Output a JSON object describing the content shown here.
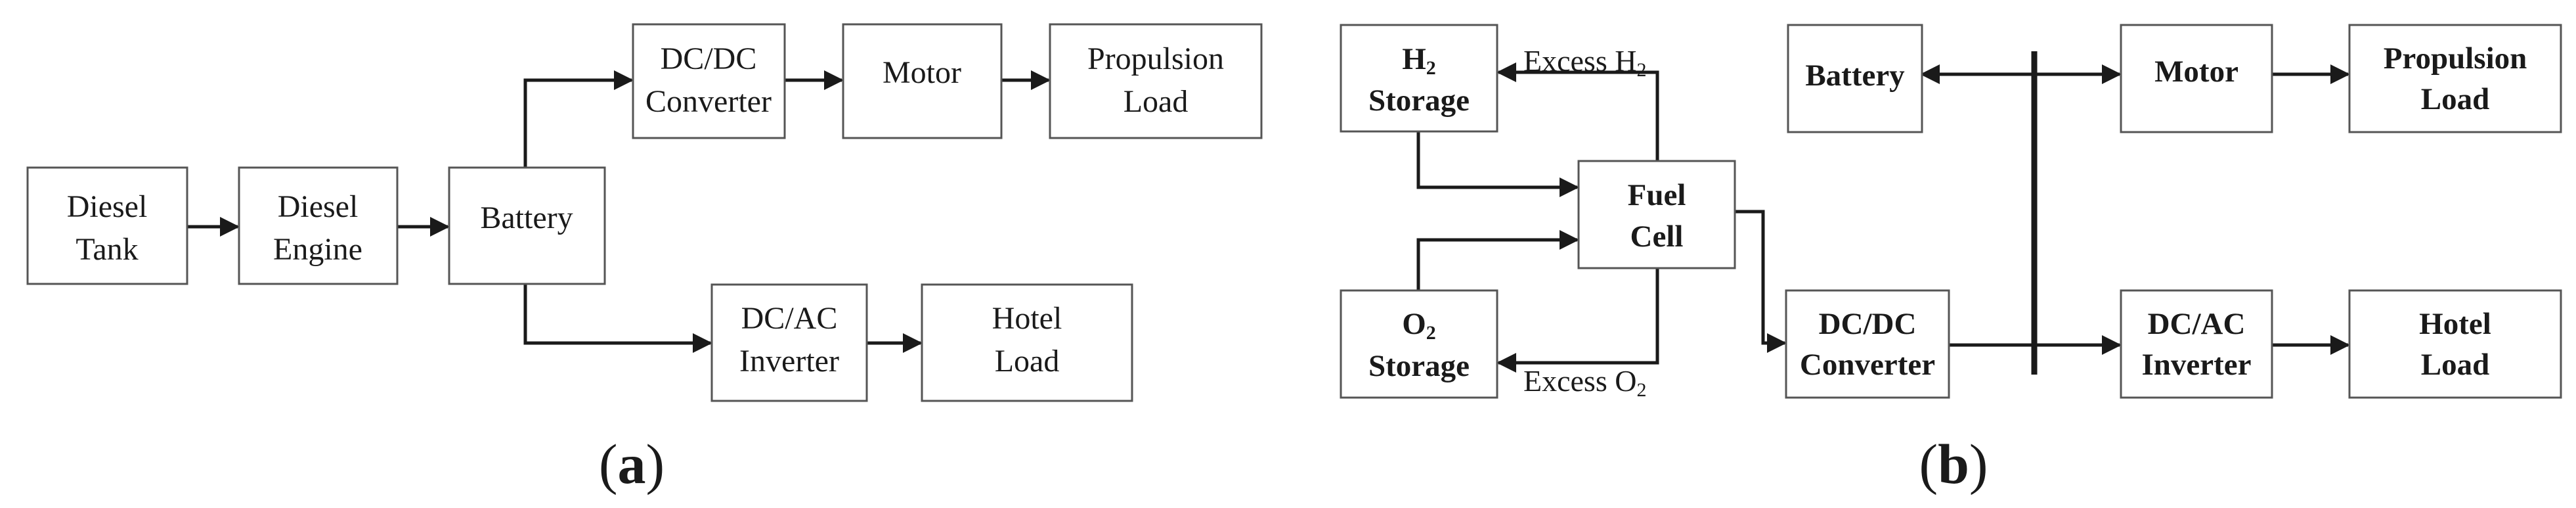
{
  "panel_a": {
    "caption_open": "(",
    "caption_letter": "a",
    "caption_close": ")",
    "diesel_tank": [
      "Diesel",
      "Tank"
    ],
    "diesel_engine": [
      "Diesel",
      "Engine"
    ],
    "battery": "Battery",
    "dcdc": [
      "DC/DC",
      "Converter"
    ],
    "motor": "Motor",
    "propulsion": [
      "Propulsion",
      "Load"
    ],
    "dcac": [
      "DC/AC",
      "Inverter"
    ],
    "hotel": [
      "Hotel",
      "Load"
    ]
  },
  "panel_b": {
    "caption_open": "(",
    "caption_letter": "b",
    "caption_close": ")",
    "h2_storage": {
      "main": "H",
      "sub": "2",
      "line2": "Storage"
    },
    "o2_storage": {
      "main": "O",
      "sub": "2",
      "line2": "Storage"
    },
    "fuel_cell": [
      "Fuel",
      "Cell"
    ],
    "excess_h2": {
      "main": "Excess H",
      "sub": "2"
    },
    "excess_o2": {
      "main": "Excess O",
      "sub": "2"
    },
    "battery": "Battery",
    "motor": "Motor",
    "propulsion": [
      "Propulsion",
      "Load"
    ],
    "dcdc": [
      "DC/DC",
      "Converter"
    ],
    "dcac": [
      "DC/AC",
      "Inverter"
    ],
    "hotel": [
      "Hotel",
      "Load"
    ]
  },
  "colors": {
    "stroke": "#1a1a1a",
    "box_border": "#555555",
    "background": "#ffffff"
  }
}
